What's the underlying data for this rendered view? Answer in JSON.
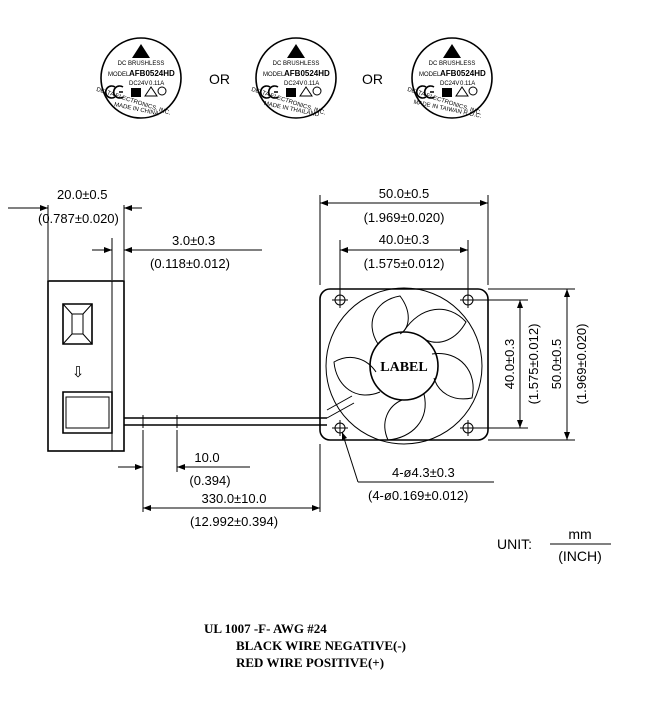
{
  "labels": [
    {
      "line1": "DC BRUSHLESS",
      "model_prefix": "MODEL",
      "model": "AFB0524HD",
      "rating_volt": "DC24V",
      "rating_amp": "0.11A",
      "maker": "DELTA ELECTRONICS, INC.",
      "origin": "MADE IN CHINA"
    },
    {
      "line1": "DC BRUSHLESS",
      "model_prefix": "MODEL",
      "model": "AFB0524HD",
      "rating_volt": "DC24V",
      "rating_amp": "0.11A",
      "maker": "DELTA ELECTRONICS, INC.",
      "origin": "MADE IN THAILAND"
    },
    {
      "line1": "DC BRUSHLESS",
      "model_prefix": "MODEL",
      "model": "AFB0524HD",
      "rating_volt": "DC24V",
      "rating_amp": "0.11A",
      "maker": "DELTA ELECTRONICS, INC.",
      "origin": "MADE IN TAIWAN R.O.C."
    }
  ],
  "or_text": [
    "OR",
    "OR"
  ],
  "dimensions": {
    "depth_mm": "20.0±0.5",
    "depth_in": "(0.787±0.020)",
    "flange_mm": "3.0±0.3",
    "flange_in": "(0.118±0.012)",
    "width_mm": "50.0±0.5",
    "width_in": "(1.969±0.020)",
    "hole_pitch_mm": "40.0±0.3",
    "hole_pitch_in": "(1.575±0.012)",
    "hole_pitch_v_mm": "40.0±0.3",
    "hole_pitch_v_in": "(1.575±0.012)",
    "height_mm": "50.0±0.5",
    "height_in": "(1.969±0.020)",
    "strip_mm": "10.0",
    "strip_in": "(0.394)",
    "lead_mm": "330.0±10.0",
    "lead_in": "(12.992±0.394)",
    "holes_mm": "4-ø4.3±0.3",
    "holes_in": "(4-ø0.169±0.012)"
  },
  "hub_label": "LABEL",
  "airflow_symbol": "⇩",
  "unit": {
    "prefix": "UNIT:",
    "numerator": "mm",
    "denominator": "(INCH)"
  },
  "notes": [
    "UL 1007 -F- AWG #24",
    "BLACK WIRE NEGATIVE(-)",
    "RED WIRE POSITIVE(+)"
  ]
}
